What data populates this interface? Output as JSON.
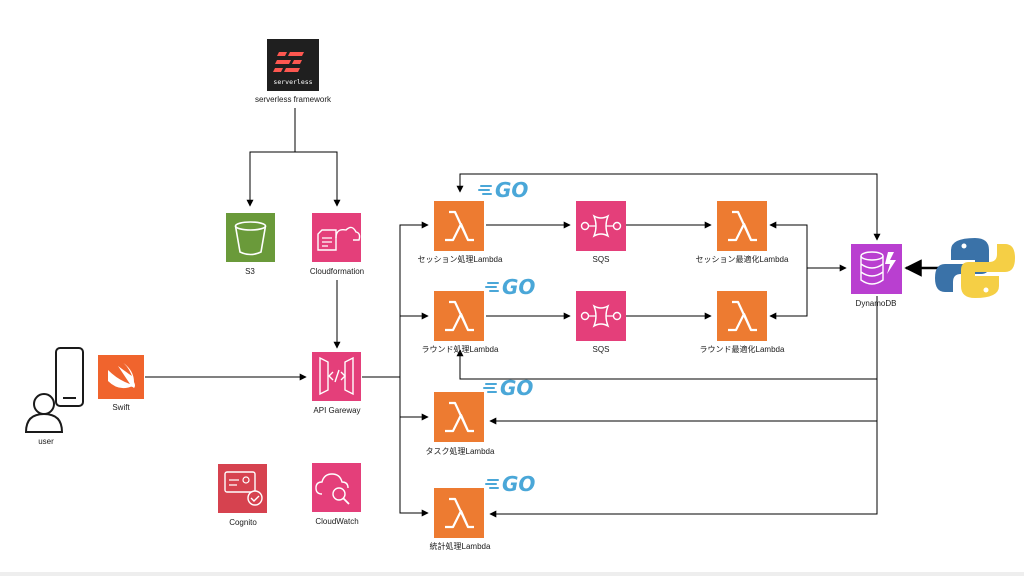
{
  "nodes": {
    "serverless": {
      "label": "serverless framework",
      "logo_text": "serverless",
      "icon": "serverless-logo-icon",
      "color": "#1f1f1f",
      "accent": "#fd5750"
    },
    "s3": {
      "label": "S3",
      "icon": "s3-bucket-icon",
      "color": "#6a9a3a"
    },
    "cloudformation": {
      "label": "Cloudformation",
      "icon": "cloudformation-icon",
      "color": "#e43f7a"
    },
    "swift": {
      "label": "Swift",
      "icon": "swift-logo-icon",
      "color": "#f0642d"
    },
    "user": {
      "label": "user",
      "icon": "user-with-phone-icon"
    },
    "apigateway": {
      "label": "API Gareway",
      "icon": "api-gateway-icon",
      "color": "#e43f7a"
    },
    "cognito": {
      "label": "Cognito",
      "icon": "cognito-icon",
      "color": "#d6424f"
    },
    "cloudwatch": {
      "label": "CloudWatch",
      "icon": "cloudwatch-icon",
      "color": "#e43f7a"
    },
    "lambda_session": {
      "label": "セッション処理Lambda",
      "icon": "lambda-icon",
      "color": "#ed7b31"
    },
    "lambda_round": {
      "label": "ラウンド処理Lambda",
      "icon": "lambda-icon",
      "color": "#ed7b31"
    },
    "lambda_task": {
      "label": "タスク処理Lambda",
      "icon": "lambda-icon",
      "color": "#ed7b31"
    },
    "lambda_stats": {
      "label": "統計処理Lambda",
      "icon": "lambda-icon",
      "color": "#ed7b31"
    },
    "sqs_1": {
      "label": "SQS",
      "icon": "sqs-icon",
      "color": "#e43f7a"
    },
    "sqs_2": {
      "label": "SQS",
      "icon": "sqs-icon",
      "color": "#e43f7a"
    },
    "lambda_session_opt": {
      "label": "セッション最適化Lambda",
      "icon": "lambda-icon",
      "color": "#ed7b31"
    },
    "lambda_round_opt": {
      "label": "ラウンド最適化Lambda",
      "icon": "lambda-icon",
      "color": "#ed7b31"
    },
    "dynamodb": {
      "label": "DynamoDB",
      "icon": "dynamodb-icon",
      "color": "#b93fd0"
    },
    "python": {
      "icon": "python-logo-icon",
      "colors": [
        "#3a72a8",
        "#f5cf45"
      ]
    }
  },
  "go_badge": {
    "text": "GO",
    "icon": "go-gopher-logo-icon",
    "color": "#4aa7d8"
  }
}
